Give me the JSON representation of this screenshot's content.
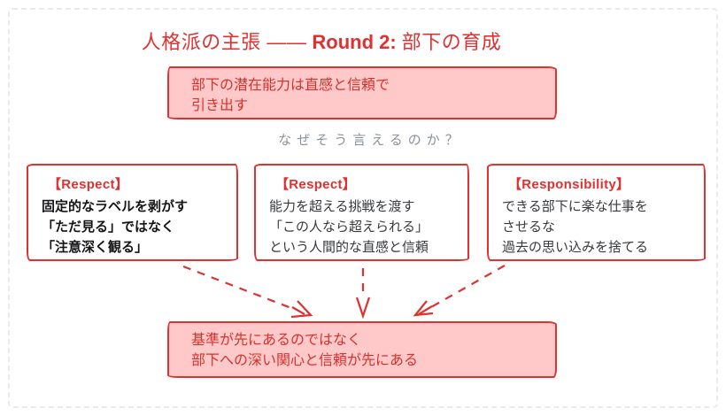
{
  "title": {
    "prefix": "人格派の主張 ——",
    "round": "Round 2:",
    "suffix": "部下の育成"
  },
  "claim_box": {
    "line1": "部下の潜在能力は直感と信頼で",
    "line2": "引き出す"
  },
  "question": "なぜそう言えるのか？",
  "reason_boxes": [
    {
      "tag": "【Respect】",
      "lines": [
        "固定的なラベルを剥がす",
        "「ただ見る」ではなく",
        "「注意深く観る」"
      ]
    },
    {
      "tag": "【Respect】",
      "lines": [
        "能力を超える挑戦を渡す",
        "「この人なら超えられる」",
        "という人間的な直感と信頼"
      ]
    },
    {
      "tag": "【Responsibility】",
      "lines": [
        "できる部下に楽な仕事を",
        "させるな",
        "過去の思い込みを捨てる"
      ]
    }
  ],
  "conclusion_box": {
    "line1": "基準が先にあるのではなく",
    "line2": "部下への深い関心と信頼が先にある"
  },
  "colors": {
    "stroke_red": "#e03131",
    "fill_pink": "#ffc9c9",
    "question_gray": "#8a929e",
    "frame_gray": "#e7ebef",
    "body_text": "#37393d"
  }
}
